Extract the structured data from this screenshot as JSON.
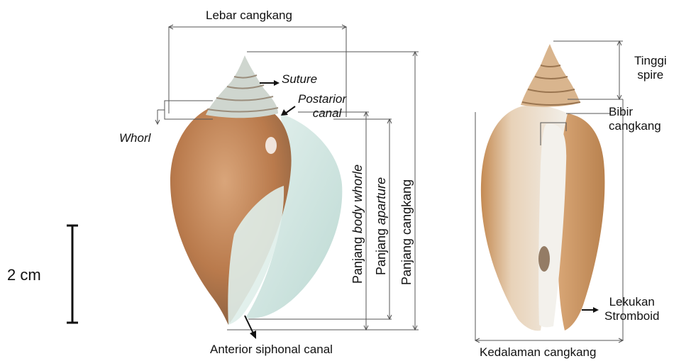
{
  "labels": {
    "lebar_cangkang": "Lebar cangkang",
    "suture": "Suture",
    "postarior_canal_line1": "Postarior",
    "postarior_canal_line2": "canal",
    "whorl": "Whorl",
    "panjang_body_whorle_prefix": "Panjang ",
    "panjang_body_whorle_italic": "body whorle",
    "panjang_aparture_prefix": "Panjang ",
    "panjang_aparture_italic": "aparture",
    "panjang_cangkang": "Panjang cangkang",
    "anterior_siphonal_canal": "Anterior siphonal canal",
    "scale_bar": "2 cm",
    "tinggi_spire_line1": "Tinggi",
    "tinggi_spire_line2": "spire",
    "bibir_cangkang_line1": "Bibir",
    "bibir_cangkang_line2": "cangkang",
    "lekukan_stromboid_line1": "Lekukan",
    "lekukan_stromboid_line2": "Stromboid",
    "kedalaman_cangkang": "Kedalaman cangkang"
  },
  "colors": {
    "line": "#555555",
    "text": "#111111",
    "shell_brown": "#b8794a",
    "shell_white": "#e8ecea",
    "shell_aqua": "#cfe6e2"
  }
}
